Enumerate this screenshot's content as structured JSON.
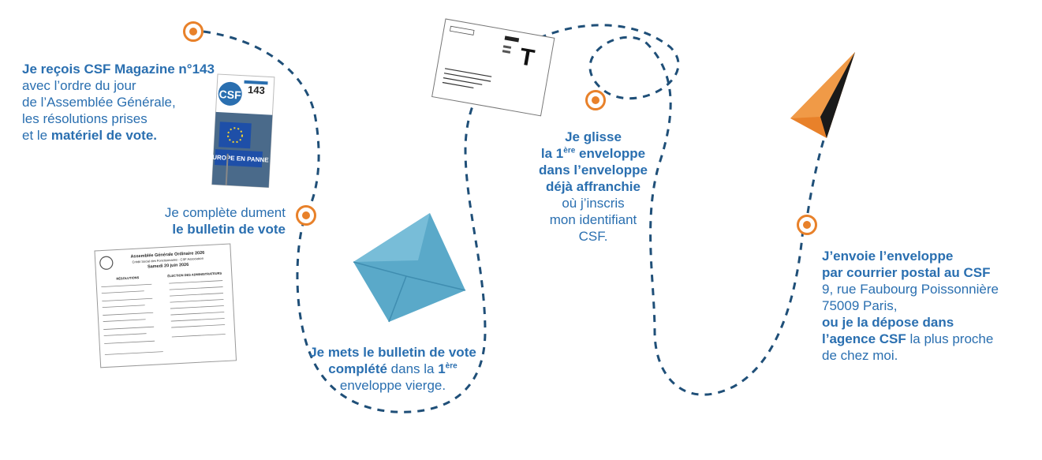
{
  "colors": {
    "accent": "#e8812a",
    "text": "#2a6fb0",
    "path": "#1f4f78",
    "envelope": "#5aa9c9"
  },
  "steps": [
    {
      "lines": [
        [
          {
            "t": "Je reçois CSF Magazine n°143",
            "b": true
          }
        ],
        [
          {
            "t": "avec l’ordre du jour",
            "b": false
          }
        ],
        [
          {
            "t": "de l’Assemblée Générale,",
            "b": false
          }
        ],
        [
          {
            "t": "les résolutions prises",
            "b": false
          }
        ],
        [
          {
            "t": "et le ",
            "b": false
          },
          {
            "t": "matériel de vote.",
            "b": true
          }
        ]
      ]
    },
    {
      "lines": [
        [
          {
            "t": "Je complète dument",
            "b": false
          }
        ],
        [
          {
            "t": "le bulletin de vote",
            "b": true
          }
        ]
      ]
    },
    {
      "lines": [
        [
          {
            "t": "Je mets le bulletin de vote",
            "b": true
          }
        ],
        [
          {
            "t": "complété",
            "b": true
          },
          {
            "t": " dans la ",
            "b": false
          },
          {
            "t": "1",
            "b": true
          },
          {
            "t": "ère",
            "b": true,
            "sup": true
          }
        ],
        [
          {
            "t": "enveloppe vierge.",
            "b": false
          }
        ]
      ]
    },
    {
      "lines": [
        [
          {
            "t": "Je glisse",
            "b": true
          }
        ],
        [
          {
            "t": "la 1",
            "b": true
          },
          {
            "t": "ère",
            "b": true,
            "sup": true
          },
          {
            "t": " enveloppe",
            "b": true
          }
        ],
        [
          {
            "t": "dans l’enveloppe",
            "b": true
          }
        ],
        [
          {
            "t": "déjà affranchie",
            "b": true
          }
        ],
        [
          {
            "t": "où j’inscris",
            "b": false
          }
        ],
        [
          {
            "t": "mon identifiant",
            "b": false
          }
        ],
        [
          {
            "t": "CSF.",
            "b": false
          }
        ]
      ]
    },
    {
      "lines": [
        [
          {
            "t": "J’envoie l’enveloppe",
            "b": true
          }
        ],
        [
          {
            "t": "par courrier postal au CSF",
            "b": true
          }
        ],
        [
          {
            "t": "9, rue Faubourg Poissonnière",
            "b": false
          }
        ],
        [
          {
            "t": "75009 Paris,",
            "b": false
          }
        ],
        [
          {
            "t": "ou je la dépose dans",
            "b": true
          }
        ],
        [
          {
            "t": "l’agence CSF",
            "b": true
          },
          {
            "t": " la plus proche",
            "b": false
          }
        ],
        [
          {
            "t": "de chez moi.",
            "b": false
          }
        ]
      ]
    }
  ],
  "magazine": {
    "brand": "CSF",
    "issue": "143",
    "headline": "L’EUROPE EN PANNE ?"
  },
  "ballot": {
    "title": "Assemblée Générale Ordinaire 2026",
    "subtitle": "Crédit Social des Fonctionnaires - CSF Association",
    "date": "Samedi 20 juin 2026",
    "left_heading": "RÉSOLUTIONS",
    "right_heading": "ÉLECTION DES ADMINISTRATEURS"
  },
  "postal_envelope": {
    "stamp_letter": "T"
  }
}
